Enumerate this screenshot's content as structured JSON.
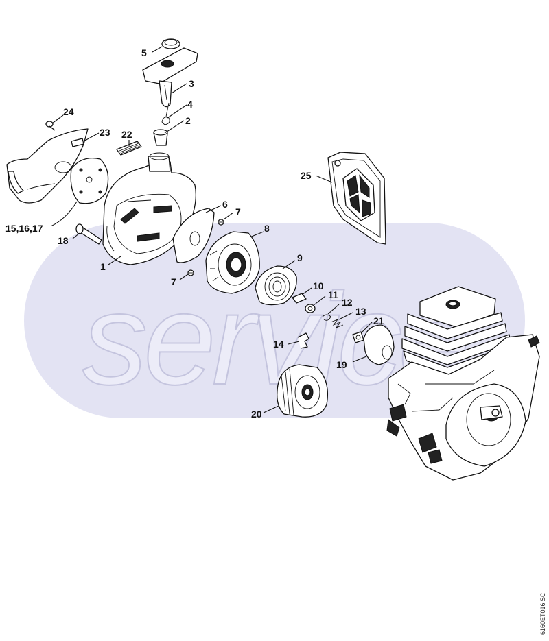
{
  "watermark": {
    "text": "service",
    "color": "#cfcfe6"
  },
  "document_id": "6160ET016 SC",
  "callouts": [
    {
      "id": "c1",
      "label": "1"
    },
    {
      "id": "c2",
      "label": "2"
    },
    {
      "id": "c3",
      "label": "3"
    },
    {
      "id": "c4",
      "label": "4"
    },
    {
      "id": "c5",
      "label": "5"
    },
    {
      "id": "c6",
      "label": "6"
    },
    {
      "id": "c7a",
      "label": "7"
    },
    {
      "id": "c7b",
      "label": "7"
    },
    {
      "id": "c8",
      "label": "8"
    },
    {
      "id": "c9",
      "label": "9"
    },
    {
      "id": "c10",
      "label": "10"
    },
    {
      "id": "c11",
      "label": "11"
    },
    {
      "id": "c12",
      "label": "12"
    },
    {
      "id": "c13",
      "label": "13"
    },
    {
      "id": "c14",
      "label": "14"
    },
    {
      "id": "c151617",
      "label": "15,16,17"
    },
    {
      "id": "c18",
      "label": "18"
    },
    {
      "id": "c19",
      "label": "19"
    },
    {
      "id": "c20",
      "label": "20"
    },
    {
      "id": "c21",
      "label": "21"
    },
    {
      "id": "c22",
      "label": "22"
    },
    {
      "id": "c23",
      "label": "23"
    },
    {
      "id": "c24",
      "label": "24"
    },
    {
      "id": "c25",
      "label": "25"
    }
  ]
}
